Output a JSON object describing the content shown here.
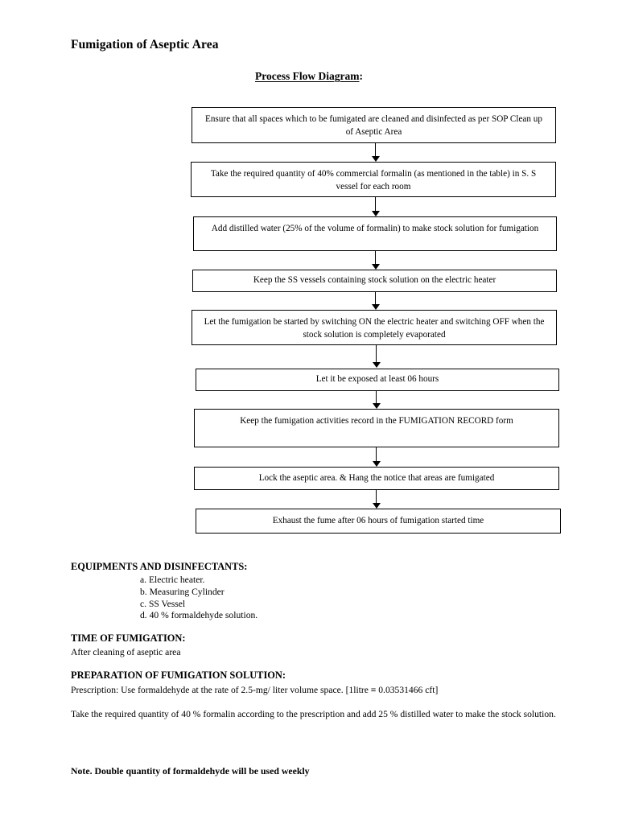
{
  "document": {
    "title": "Fumigation of Aseptic Area",
    "diagram_heading": "Process Flow Diagram",
    "diagram_heading_suffix": ":"
  },
  "flowchart": {
    "type": "vertical-process-flow",
    "steps": [
      {
        "id": "step-1",
        "text": "Ensure that all spaces which to be fumigated are cleaned and disinfected as per SOP Clean up of Aseptic Area"
      },
      {
        "id": "step-2",
        "text": "Take the required quantity of 40% commercial formalin (as mentioned in the table) in S. S vessel for each room"
      },
      {
        "id": "step-3",
        "text": "Add distilled water (25% of the volume of formalin) to make stock solution for fumigation"
      },
      {
        "id": "step-4",
        "text": "Keep the SS vessels containing stock solution on the electric heater"
      },
      {
        "id": "step-5",
        "text": "Let the fumigation be started by switching ON the electric heater and switching OFF when the stock solution is completely evaporated"
      },
      {
        "id": "step-6",
        "text": "Let it be exposed at least 06 hours"
      },
      {
        "id": "step-7",
        "text": "Keep the fumigation activities record in the FUMIGATION RECORD form"
      },
      {
        "id": "step-8",
        "text": "Lock the aseptic area. & Hang the notice that areas are fumigated"
      },
      {
        "id": "step-9",
        "text": "Exhaust the fume after 06 hours of fumigation started time"
      }
    ],
    "connector_count": 8
  },
  "equipments": {
    "heading": "EQUIPMENTS AND DISINFECTANTS:",
    "items": [
      "a. Electric heater.",
      "b. Measuring Cylinder",
      "c. SS Vessel",
      "d. 40 % formaldehyde solution."
    ]
  },
  "time_of_fumigation": {
    "heading": "TIME OF FUMIGATION:",
    "text": "After cleaning of aseptic area"
  },
  "preparation": {
    "heading": "PREPARATION OF FUMIGATION SOLUTION:",
    "prescription": "Prescription:  Use formaldehyde at the rate of 2.5-mg/ liter volume space. [1litre ≡ 0.03531466 cft]",
    "instruction": "Take the required quantity of 40 % formalin according to the prescription and add 25 % distilled water to make the stock solution."
  },
  "footer": {
    "note": "Note. Double quantity of formaldehyde will be used weekly"
  },
  "colors": {
    "page_background": "#ffffff",
    "text": "#000000",
    "box_border": "#000000"
  }
}
